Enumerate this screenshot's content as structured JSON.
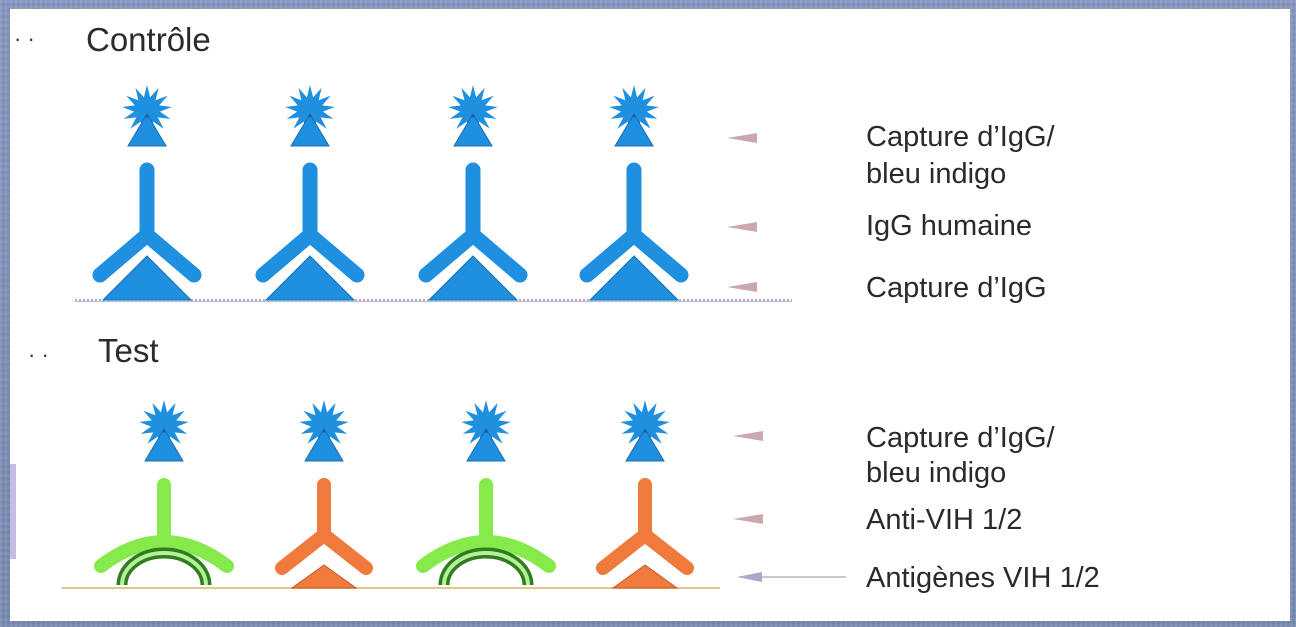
{
  "colors": {
    "blue": "#1f8fe0",
    "green": "#86ea4a",
    "dark_green": "#2e7d1f",
    "orange": "#f07a3c",
    "border": "#7f8fb8"
  },
  "icons": {
    "star": "indigo-blue-star-icon",
    "antibody": "y-antibody-icon",
    "triangle": "capture-triangle-icon",
    "arc": "antigen-arc-icon",
    "arrow": "left-arrow-icon"
  },
  "control": {
    "title": "Contrôle",
    "labels": {
      "top": "Capture d’IgG/",
      "top2": "bleu indigo",
      "middle": "IgG humaine",
      "bottom": "Capture d’IgG"
    }
  },
  "test": {
    "title": "Test",
    "labels": {
      "top": "Capture d’IgG/",
      "top2": "bleu indigo",
      "middle": "Anti-VIH 1/2",
      "bottom": "Antigènes VIH 1/2"
    },
    "columns": [
      "green",
      "orange",
      "green",
      "orange"
    ]
  }
}
